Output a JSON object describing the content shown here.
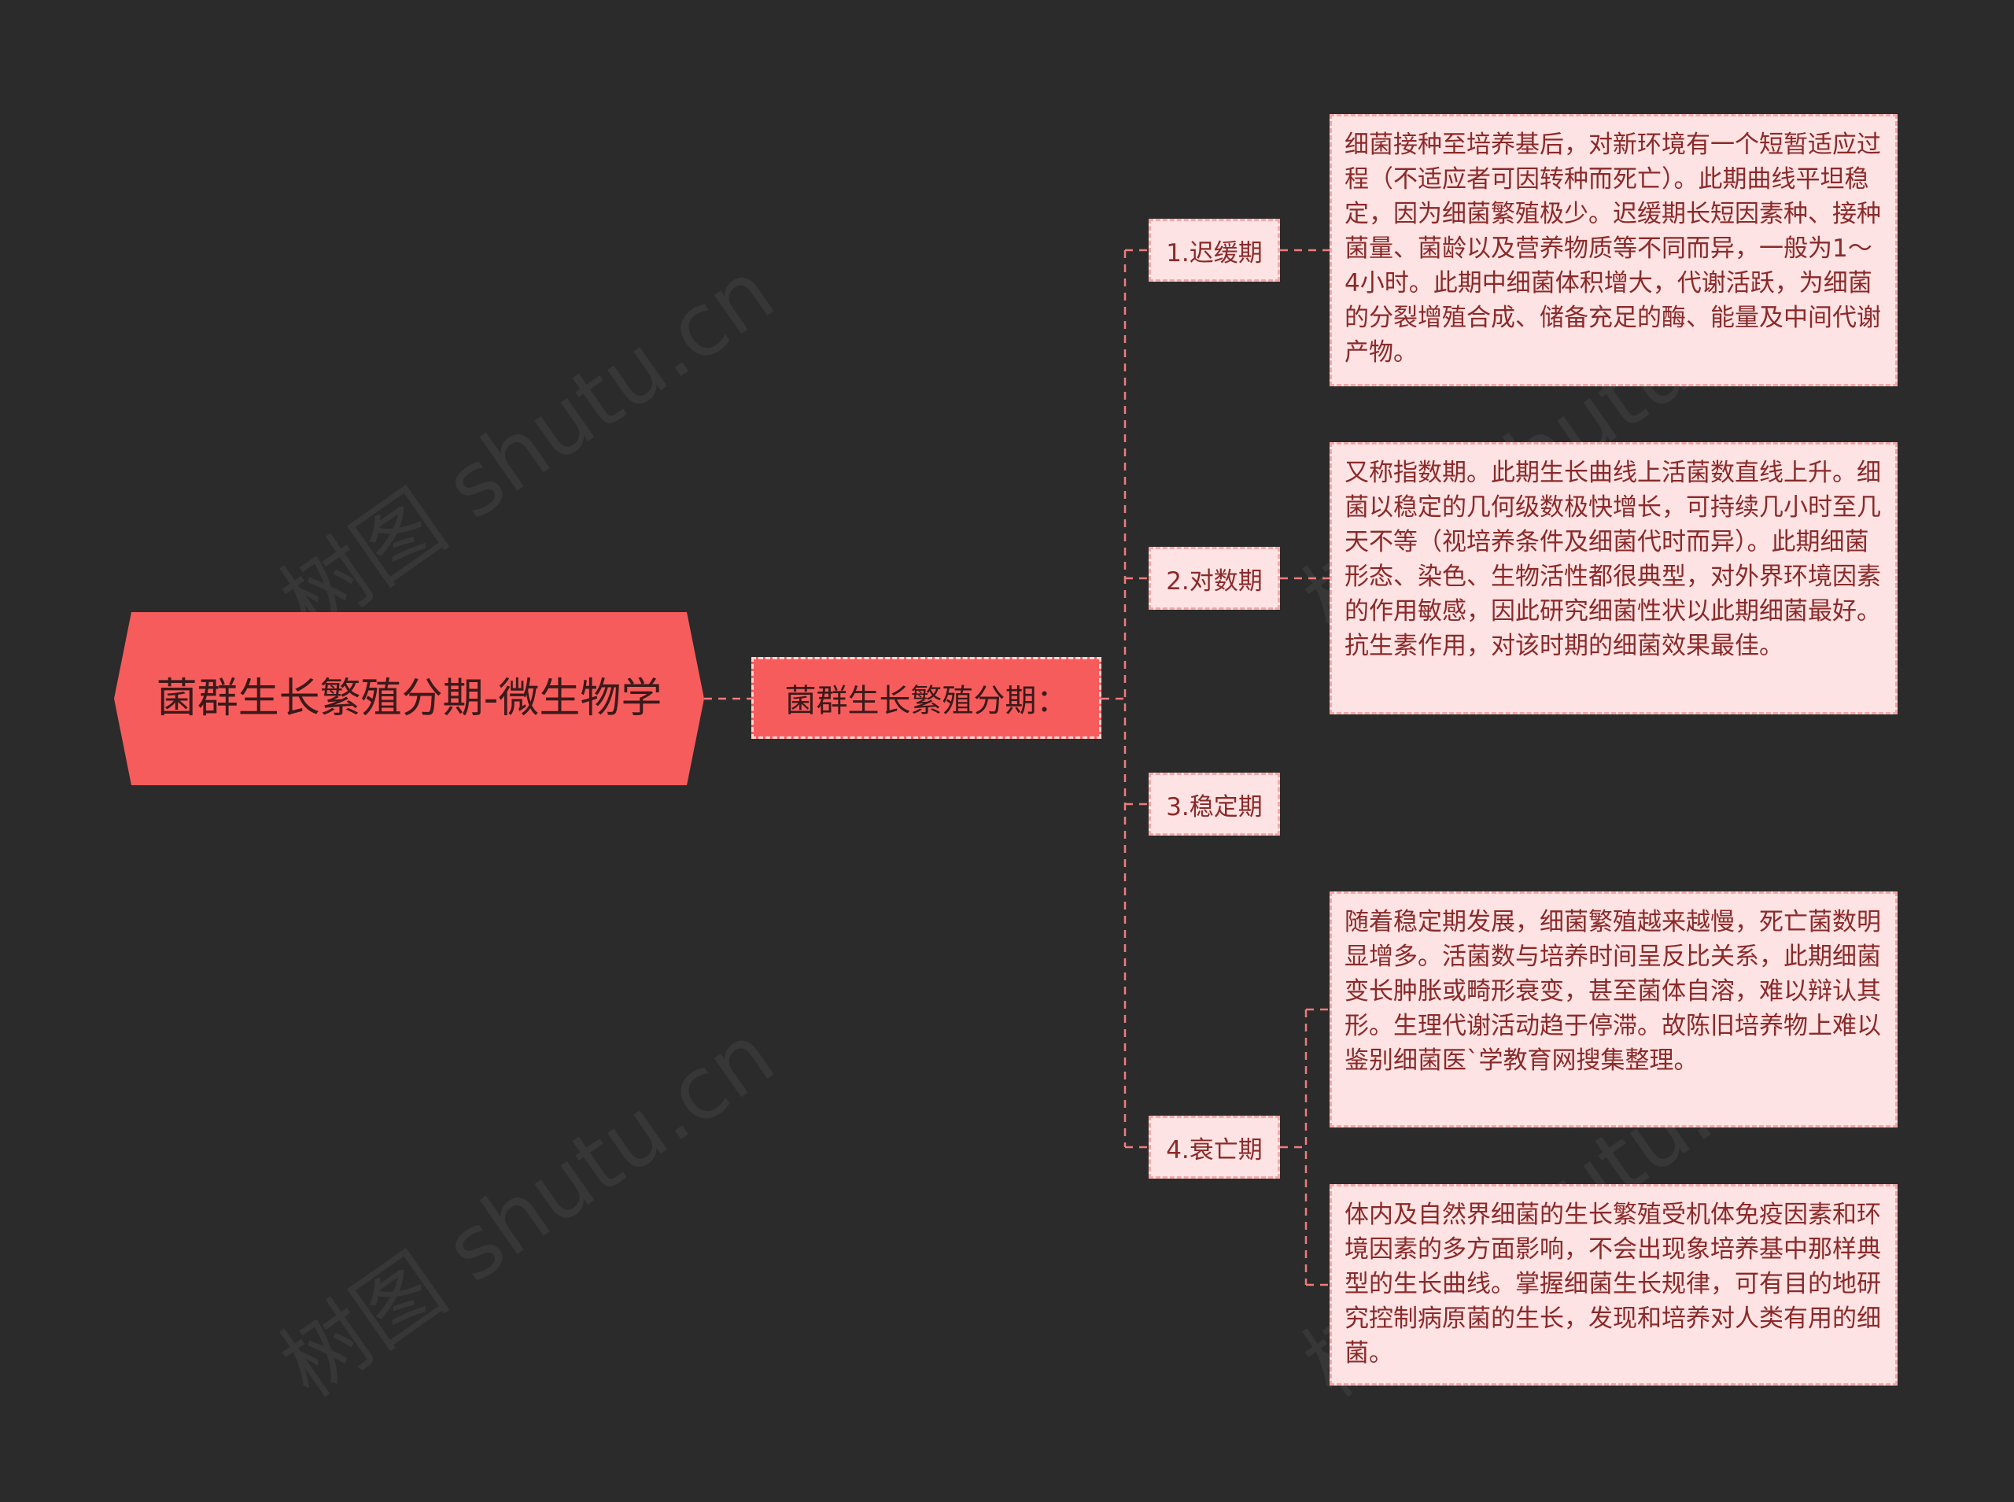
{
  "root": {
    "title": "菌群生长繁殖分期-微生物学"
  },
  "sub": {
    "label": "菌群生长繁殖分期："
  },
  "stages": [
    {
      "label": "1.迟缓期"
    },
    {
      "label": "2.对数期"
    },
    {
      "label": "3.稳定期"
    },
    {
      "label": "4.衰亡期"
    }
  ],
  "descriptions": [
    {
      "text": "细菌接种至培养基后，对新环境有一个短暂适应过程（不适应者可因转种而死亡）。此期曲线平坦稳定，因为细菌繁殖极少。迟缓期长短因素种、接种菌量、菌龄以及营养物质等不同而异，一般为1～4小时。此期中细菌体积增大，代谢活跃，为细菌的分裂增殖合成、储备充足的酶、能量及中间代谢产物。"
    },
    {
      "text": "又称指数期。此期生长曲线上活菌数直线上升。细菌以稳定的几何级数极快增长，可持续几小时至几天不等（视培养条件及细菌代时而异）。此期细菌形态、染色、生物活性都很典型，对外界环境因素的作用敏感，因此研究细菌性状以此期细菌最好。抗生素作用，对该时期的细菌效果最佳。"
    },
    {
      "text": "随着稳定期发展，细菌繁殖越来越慢，死亡菌数明显增多。活菌数与培养时间呈反比关系，此期细菌变长肿胀或畸形衰变，甚至菌体自溶，难以辩认其形。生理代谢活动趋于停滞。故陈旧培养物上难以鉴别细菌医`学教育网搜集整理。"
    },
    {
      "text": "体内及自然界细菌的生长繁殖受机体免疫因素和环境因素的多方面影响，不会出现象培养基中那样典型的生长曲线。掌握细菌生长规律，可有目的地研究控制病原菌的生长，发现和培养对人类有用的细菌。"
    }
  ],
  "colors": {
    "background": "#2b2b2b",
    "root_fill": "#f75c5c",
    "leaf_fill": "#fde3e3",
    "leaf_text": "#8a2a2a",
    "connector": "#f07b7b"
  }
}
